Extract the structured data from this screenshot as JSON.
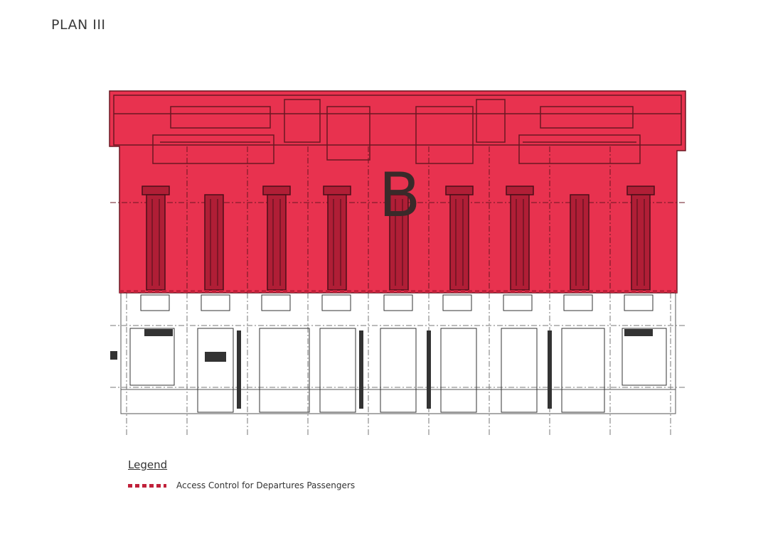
{
  "title": "PLAN III",
  "zone_label": "B",
  "legend": {
    "heading": "Legend",
    "items": [
      {
        "label": "Access Control for Departures Passengers",
        "color": "#c0213a",
        "style": "dashed"
      }
    ]
  },
  "colors": {
    "zone_fill": "#e8324f",
    "line_work": "#6a1722",
    "boundary": "#c0213a"
  }
}
